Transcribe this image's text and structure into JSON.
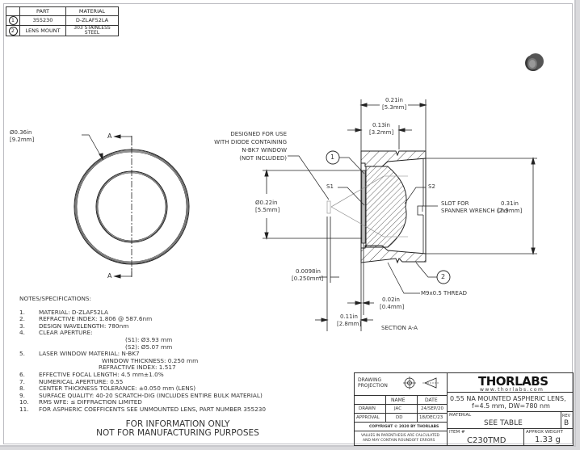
{
  "parts_table": {
    "headers": [
      "",
      "PART",
      "MATERIAL"
    ],
    "rows": [
      {
        "item": "1",
        "part": "355230",
        "material": "D-ZLAF52LA"
      },
      {
        "item": "2",
        "part": "LENS MOUNT",
        "material": "303 STAINLESS STEEL"
      }
    ]
  },
  "front_view": {
    "diameter_in": "0.36in",
    "diameter_mm": "[9.2mm]",
    "section_label_top": "A",
    "section_label_bottom": "A"
  },
  "section_view": {
    "callout_window": [
      "DESIGNED FOR USE",
      "WITH DIODE CONTAINING",
      "N-BK7 WINDOW",
      "(NOT INCLUDED)"
    ],
    "overall_length_in": "0.21in",
    "overall_length_mm": "[5.3mm]",
    "thread_length_in": "0.13in",
    "thread_length_mm": "[3.2mm]",
    "clear_dia_in": "0.22in",
    "clear_dia_mm": "[5.5mm]",
    "outer_dia_in": "0.31in",
    "outer_dia_mm": "[7.9mm]",
    "window_thk_in": "0.0098in",
    "window_thk_mm": "[0.250mm]",
    "gap_in": "0.02in",
    "gap_mm": "[0.4mm]",
    "wd_in": "0.11in",
    "wd_mm": "[2.8mm]",
    "s1": "S1",
    "s2": "S2",
    "balloon_1": "1",
    "balloon_2": "2",
    "slot_label": [
      "SLOT FOR",
      "SPANNER WRENCH (2x)"
    ],
    "thread_label": "M9x0.5 THREAD",
    "section_title": "SECTION A-A"
  },
  "notes": {
    "title": "NOTES/SPECIFICATIONS:",
    "items": [
      {
        "num": "1.",
        "text": "MATERIAL: D-ZLAF52LA"
      },
      {
        "num": "2.",
        "text": "REFRACTIVE INDEX: 1.806 @ 587.6nm"
      },
      {
        "num": "3.",
        "text": "DESIGN WAVELENGTH: 780nm"
      },
      {
        "num": "4.",
        "text": "CLEAR APERTURE:"
      },
      {
        "num": "",
        "text": "(S1): Ø3.93 mm",
        "indent": 1
      },
      {
        "num": "",
        "text": "(S2): Ø5.07 mm",
        "indent": 1
      },
      {
        "num": "5.",
        "text": "LASER WINDOW MATERIAL: N-BK7"
      },
      {
        "num": "",
        "text": "WINDOW THICKNESS: 0.250 mm",
        "indent": 2
      },
      {
        "num": "",
        "text": "REFRACTIVE INDEX: 1.517",
        "indent": 3
      },
      {
        "num": "6.",
        "text": "EFFECTIVE FOCAL LENGTH: 4.5 mm±1.0%"
      },
      {
        "num": "7.",
        "text": "NUMERICAL APERTURE: 0.55"
      },
      {
        "num": "8.",
        "text": "CENTER THICKNESS TOLERANCE: ±0.050 mm (LENS)"
      },
      {
        "num": "9.",
        "text": "SURFACE QUALITY: 40-20 SCRATCH-DIG (INCLUDES ENTIRE BULK MATERIAL)"
      },
      {
        "num": "10.",
        "text": "RMS WFE: ≤ DIFFRACTION LIMITED"
      },
      {
        "num": "11.",
        "text": "FOR ASPHERIC COEFFICENTS SEE UNMOUNTED LENS, PART NUMBER 355230"
      }
    ]
  },
  "disclaimer": [
    "FOR INFORMATION ONLY",
    "NOT FOR MANUFACTURING PURPOSES"
  ],
  "title_block": {
    "projection_label": [
      "DRAWING",
      "PROJECTION"
    ],
    "name_header": "NAME",
    "date_header": "DATE",
    "drawn_label": "DRAWN",
    "drawn_name": "JAC",
    "drawn_date": "24/SEP/20",
    "approval_label": "APPROVAL",
    "approval_name": "DD",
    "approval_date": "18/DEC/23",
    "copyright": "COPYRIGHT © 2020 BY THORLABS",
    "values_note": [
      "VALUES IN PARENTHESIS ARE CALCULATED",
      "AND MAY CONTAIN ROUNDOFF ERRORS"
    ],
    "logo": "THORLABS",
    "website": "www.thorlabs.com",
    "description": [
      "0.55 NA MOUNTED ASPHERIC LENS,",
      "f=4.5 mm, DW=780 nm"
    ],
    "material_label": "MATERIAL",
    "material_value": "SEE TABLE",
    "rev_label": "REV",
    "rev_value": "B",
    "item_label": "ITEM #",
    "item_value": "C230TMD",
    "weight_label": "APPROX WEIGHT",
    "weight_value": "1.33 g"
  }
}
